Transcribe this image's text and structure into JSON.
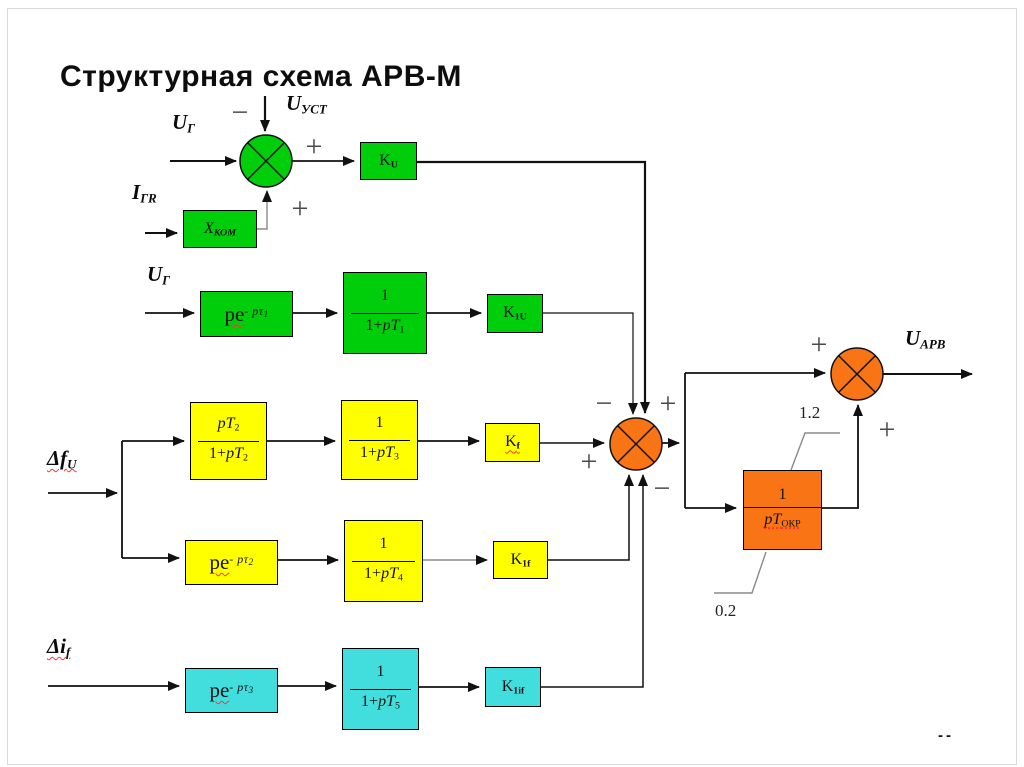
{
  "title": "Структурная схема АРВ-М",
  "page_marker": "--",
  "colors": {
    "green": "#00CE0A",
    "yellow": "#FFFF00",
    "cyan": "#42DEDE",
    "orange": "#F87414",
    "wire": "#111111",
    "annotation_gray": "#8a8a8a"
  },
  "labels": {
    "u_ust": {
      "base": "U",
      "sub": "УСТ"
    },
    "u_g_top": {
      "base": "U",
      "sub": "Г"
    },
    "i_gr": {
      "base": "I",
      "sub": "ГR"
    },
    "u_g_mid": {
      "base": "U",
      "sub": "Г"
    },
    "delta_f": {
      "base": "Δf",
      "sub": "U"
    },
    "delta_i": {
      "base": "Δi",
      "sub": "f"
    },
    "u_arv": {
      "base": "U",
      "sub": "АРВ"
    },
    "limit_upper": "1.2",
    "limit_lower": "0.2"
  },
  "signs": {
    "sum1_top": "−",
    "sum1_out": "+",
    "sum1_bottom": "+",
    "sum2_top_left": "−",
    "sum2_top_right": "+",
    "sum2_left": "+",
    "sum2_bottom_right": "−",
    "sum3_top": "+",
    "sum3_bottom": "+"
  },
  "blocks": {
    "ku": {
      "base": "K",
      "sub": "U"
    },
    "xkom": {
      "base": "X",
      "sub": "КОМ"
    },
    "pe1": {
      "base": "pe",
      "exp": "- pτ",
      "exp_sub": "1"
    },
    "tf1": {
      "num_plain": "1",
      "den_plain": "1+",
      "den_var": "pT",
      "den_sub": "1"
    },
    "k1u": {
      "base": "K",
      "sub": "1U"
    },
    "tf2": {
      "num_var": "pT",
      "num_sub": "2",
      "den_plain": "1+",
      "den_var": "pT",
      "den_sub": "2"
    },
    "tf3": {
      "num_plain": "1",
      "den_plain": "1+",
      "den_var": "pT",
      "den_sub": "3"
    },
    "kf": {
      "base": "K",
      "sub": "f"
    },
    "pe2": {
      "base": "pe",
      "exp": "- pτ",
      "exp_sub": "2"
    },
    "tf4": {
      "num_plain": "1",
      "den_plain": "1+",
      "den_var": "pT",
      "den_sub": "4"
    },
    "k1f": {
      "base": "K",
      "sub": "1f"
    },
    "pe3": {
      "base": "pe",
      "exp": "- pτ",
      "exp_sub": "3"
    },
    "tf5": {
      "num_plain": "1",
      "den_plain": "1+",
      "den_var": "pT",
      "den_sub": "5"
    },
    "k1if": {
      "base": "K",
      "sub": "1if"
    },
    "tokr": {
      "num_plain": "1",
      "den_var": "pT",
      "den_sub": "ОКР"
    }
  }
}
